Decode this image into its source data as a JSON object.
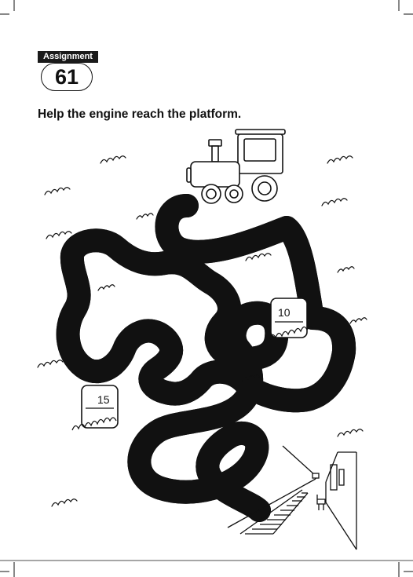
{
  "assignment": {
    "label": "Assignment",
    "number": "61"
  },
  "instruction": "Help the engine reach the platform.",
  "maze": {
    "signs": [
      {
        "text": "10"
      },
      {
        "text": "15"
      }
    ],
    "start_icon": "train-engine-icon",
    "goal_icon": "railway-platform-icon"
  }
}
